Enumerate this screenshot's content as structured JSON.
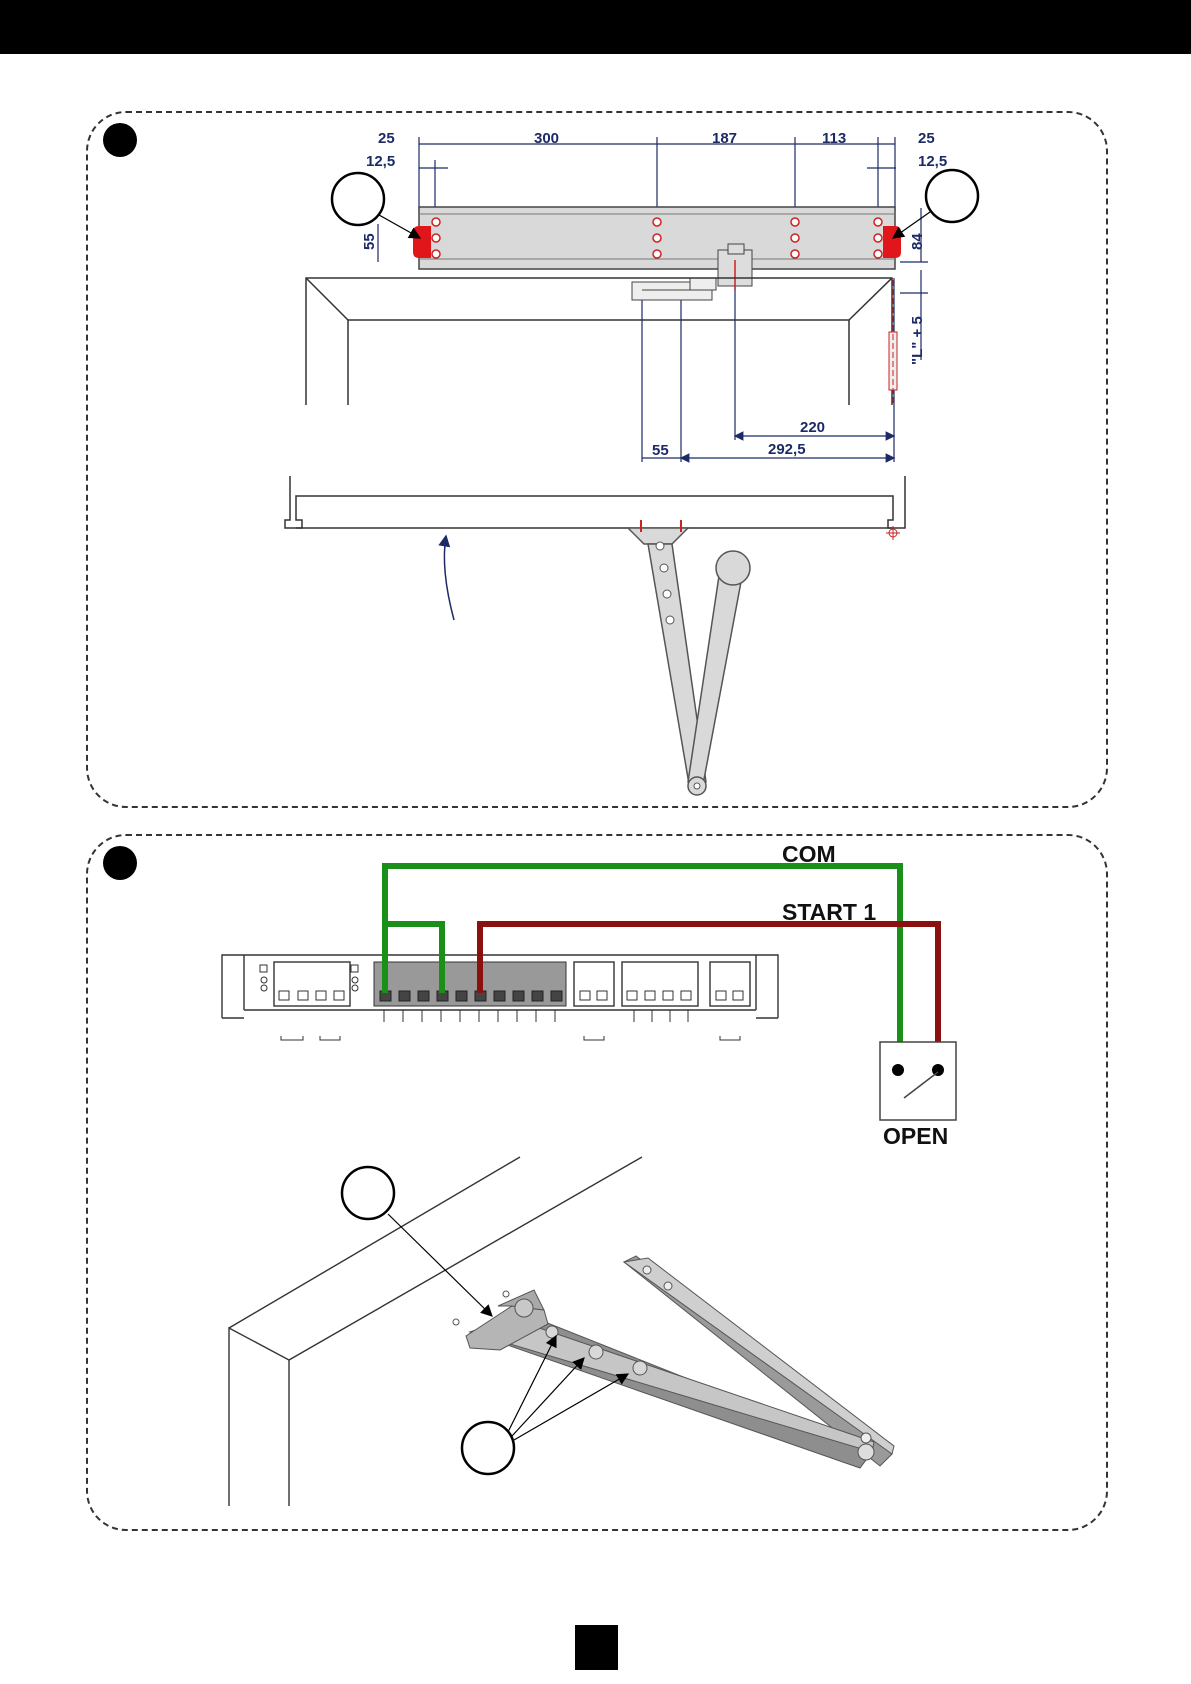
{
  "dimensions": {
    "top_25_left": "25",
    "top_300": "300",
    "top_187": "187",
    "top_113": "113",
    "top_25_right": "25",
    "sub_12_5_left": "12,5",
    "sub_12_5_right": "12,5",
    "height_55": "55",
    "height_84": "84",
    "l_plus_5": "\"L\" + 5",
    "width_220": "220",
    "width_292_5": "292,5",
    "width_55": "55"
  },
  "wiring": {
    "com_label": "COM",
    "start_label": "START 1",
    "open_label": "OPEN"
  },
  "colors": {
    "com_wire": "#1a8f1a",
    "start_wire": "#8b1010",
    "end_cap": "#e0161b",
    "dimension_text": "#1c2a66"
  }
}
